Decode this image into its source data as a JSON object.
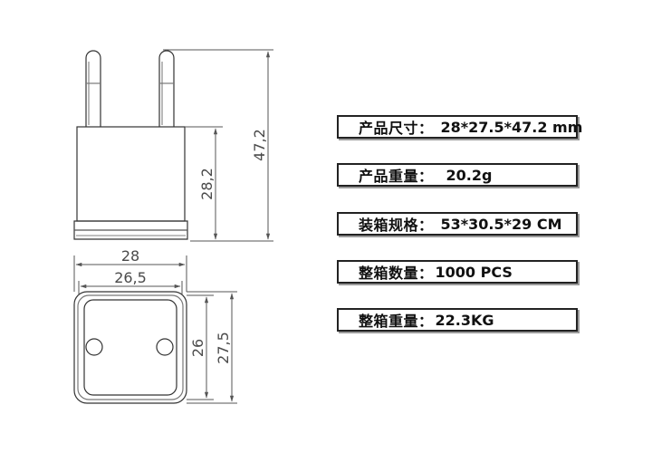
{
  "dimensions": {
    "height_total": "47,2",
    "height_body": "28,2",
    "width_outer": "28",
    "width_inner": "26,5",
    "depth_inner": "26",
    "depth_outer": "27,5"
  },
  "specs": [
    {
      "label": "产品尺寸：",
      "value": "28*27.5*47.2 mm"
    },
    {
      "label": "产品重量：",
      "value": "20.2g"
    },
    {
      "label": "装箱规格：",
      "value": "53*30.5*29 CM"
    },
    {
      "label": "整箱数量：",
      "value": "1000 PCS"
    },
    {
      "label": "整箱重量：",
      "value": "22.3KG"
    }
  ]
}
